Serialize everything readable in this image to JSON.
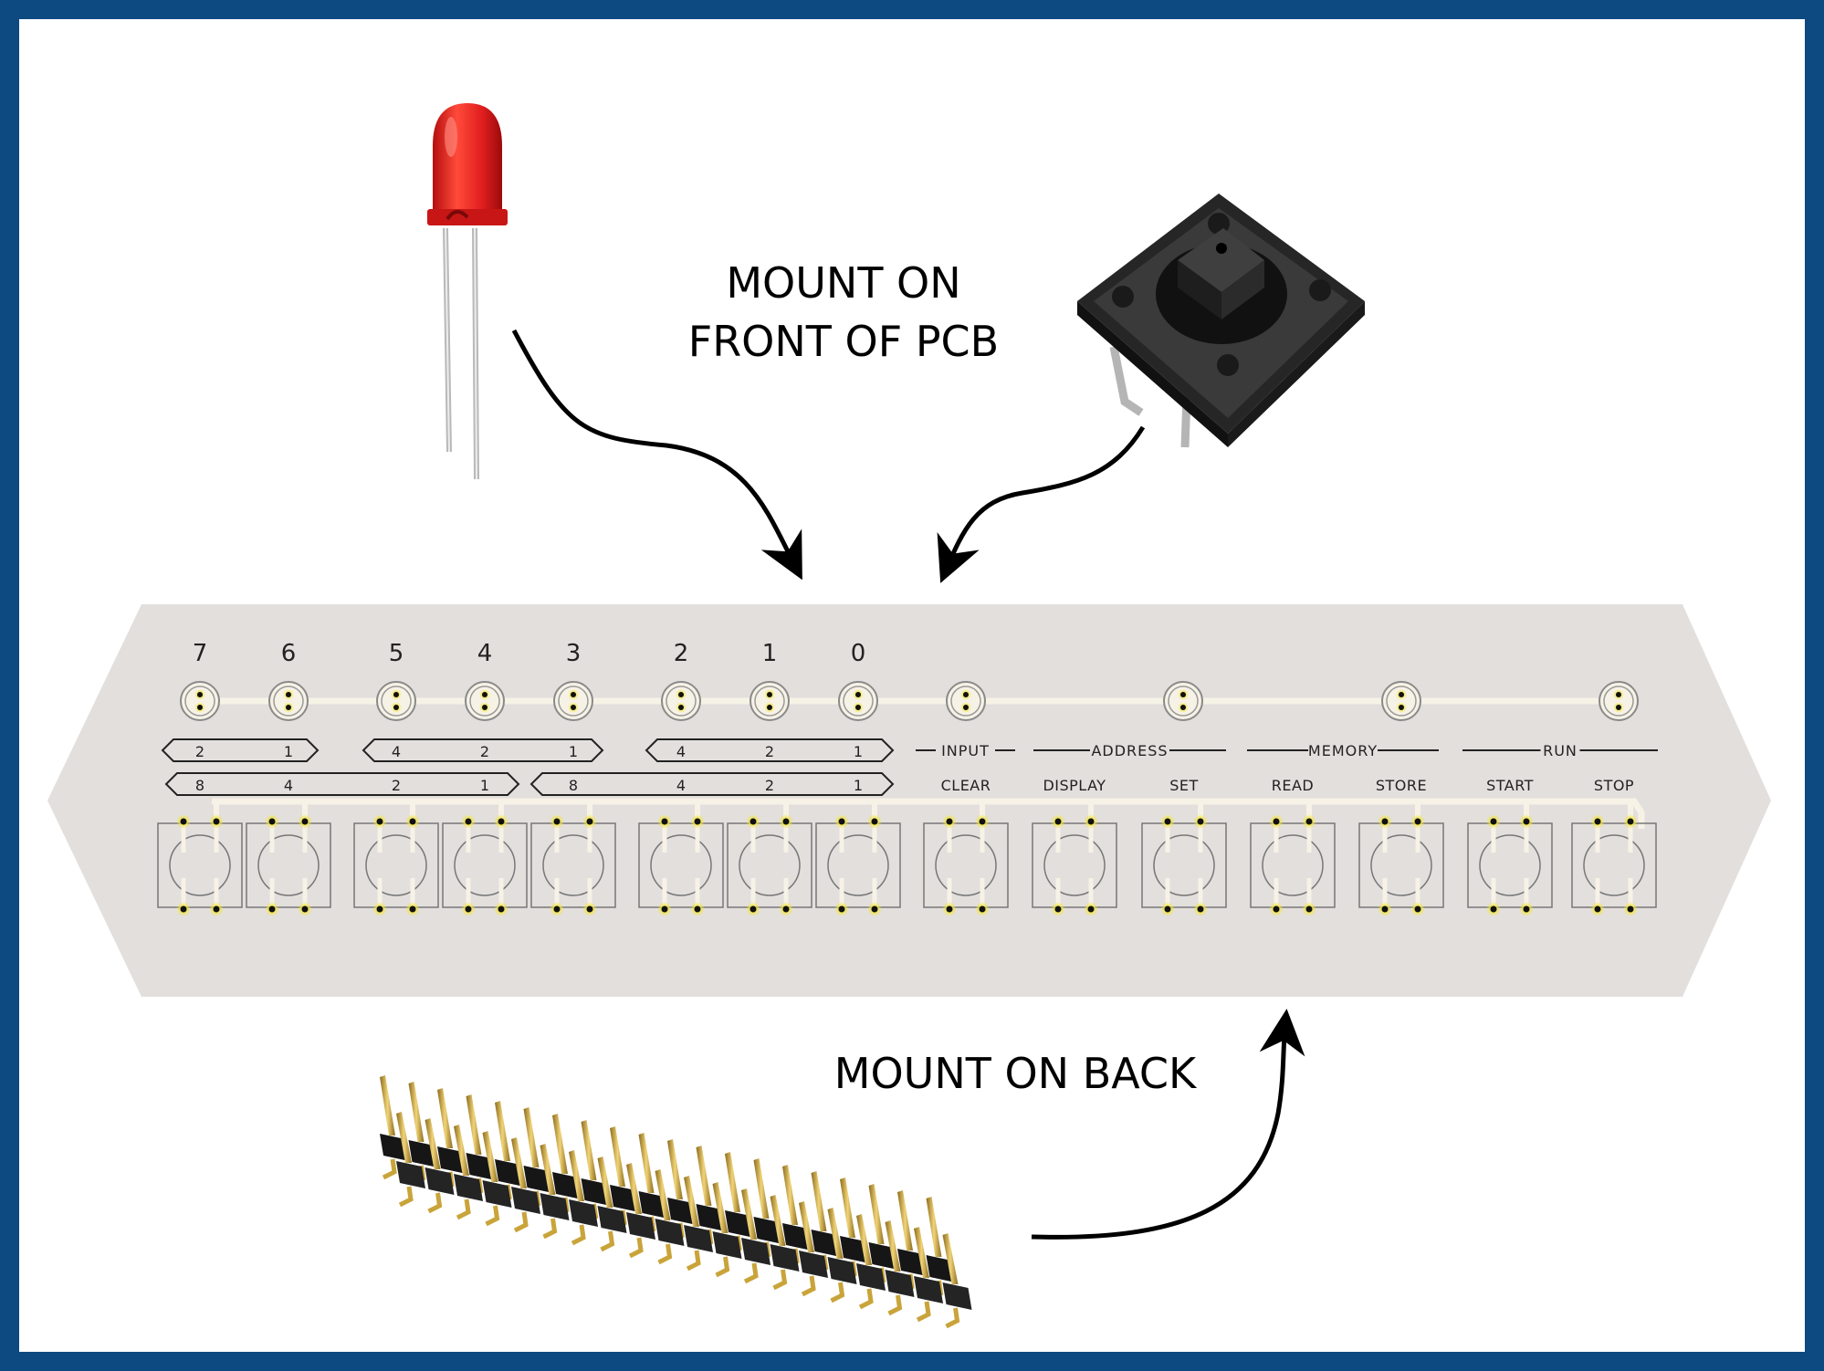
{
  "colors": {
    "frame": "#0d4a82",
    "background": "#ffffff",
    "pcb": "#e3dfdd",
    "pcb_trace": "#f7f2e6",
    "pad": "#f3e640",
    "led_red": "#e21f1f",
    "switch_body": "#2a2a2a",
    "header_plastic": "#1b1b1b",
    "header_pin": "#c9a43a",
    "arrow": "#000000"
  },
  "annotations": {
    "front_label_line1": "MOUNT ON",
    "front_label_line2": "FRONT OF PCB",
    "back_label": "MOUNT ON BACK"
  },
  "components": {
    "led": "led-icon",
    "switch": "tactile-switch-icon",
    "header": "pin-header-icon"
  },
  "pcb": {
    "bit_labels": [
      "7",
      "6",
      "5",
      "4",
      "3",
      "2",
      "1",
      "0"
    ],
    "octal_groups": [
      {
        "values": [
          "2",
          "1"
        ]
      },
      {
        "values": [
          "4",
          "2",
          "1"
        ]
      },
      {
        "values": [
          "4",
          "2",
          "1"
        ]
      }
    ],
    "hex_groups": [
      {
        "values": [
          "8",
          "4",
          "2",
          "1"
        ]
      },
      {
        "values": [
          "8",
          "4",
          "2",
          "1"
        ]
      }
    ],
    "section_labels": [
      "INPUT",
      "ADDRESS",
      "MEMORY",
      "RUN"
    ],
    "button_labels": [
      "CLEAR",
      "DISPLAY",
      "SET",
      "READ",
      "STORE",
      "START",
      "STOP"
    ]
  }
}
